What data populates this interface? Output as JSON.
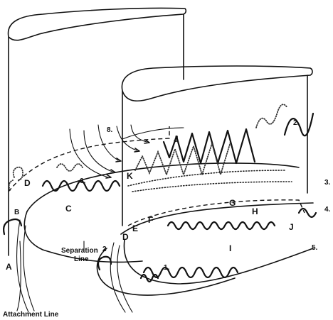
{
  "labels": {
    "A": "A",
    "B": "B",
    "C": "C",
    "D_top": "D",
    "D_low": "D",
    "E": "E",
    "F": "F",
    "G": "G",
    "H": "H",
    "I": "I",
    "J_top": "J",
    "J_low": "J",
    "K": "K",
    "n1": "1.",
    "n2": "2.",
    "n2_low": "2",
    "n3": "3.",
    "n4": "4.",
    "n5": "5.",
    "n6": "6.",
    "n8": "8.",
    "separation_line": [
      "Separation",
      "Line"
    ],
    "attachment_line": "Attachment Line"
  }
}
